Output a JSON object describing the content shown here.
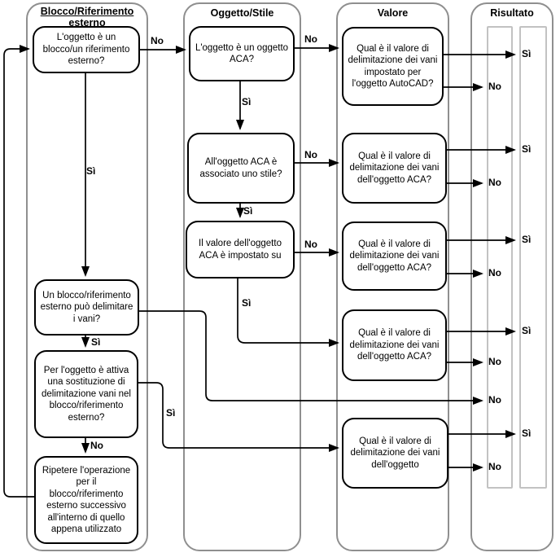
{
  "columns": {
    "block": {
      "title": "Blocco/Riferimento esterno"
    },
    "object_style": {
      "title": "Oggetto/Stile"
    },
    "value": {
      "title": "Valore"
    },
    "result": {
      "title": "Risultato"
    }
  },
  "labels": {
    "yes": "Sì",
    "no": "No"
  },
  "nodes": {
    "is_block": {
      "text": "L'oggetto è un blocco/un riferimento esterno?"
    },
    "can_bound": {
      "text": "Un blocco/riferimento esterno può delimitare i vani?"
    },
    "override_active": {
      "text": "Per l'oggetto è attiva una sostituzione di delimitazione vani nel blocco/riferimento esterno?"
    },
    "repeat": {
      "text": "Ripetere l'operazione per il blocco/riferimento esterno successivo all'interno di quello appena utilizzato"
    },
    "is_aca": {
      "text": "L'oggetto è un oggetto ACA?"
    },
    "has_style": {
      "text": "All'oggetto ACA è associato uno stile?"
    },
    "value_set": {
      "text": "Il valore dell'oggetto ACA è impostato su"
    },
    "q_autocad": {
      "text": "Qual è il valore di delimitazione dei vani impostato per l'oggetto AutoCAD?"
    },
    "q_aca_1": {
      "text": "Qual è il valore di delimitazione dei vani dell'oggetto ACA?"
    },
    "q_aca_2": {
      "text": "Qual è il valore di delimitazione dei vani dell'oggetto ACA?"
    },
    "q_aca_3": {
      "text": "Qual è il valore di delimitazione dei vani dell'oggetto ACA?"
    },
    "q_object": {
      "text": "Qual è il valore di delimitazione dei vani dell'oggetto"
    }
  },
  "colors": {
    "column_border": "#8f8f8f",
    "lane_border": "#c2c2c2",
    "node_border": "#000000",
    "connector": "#000000",
    "background": "#ffffff",
    "text": "#000000"
  }
}
